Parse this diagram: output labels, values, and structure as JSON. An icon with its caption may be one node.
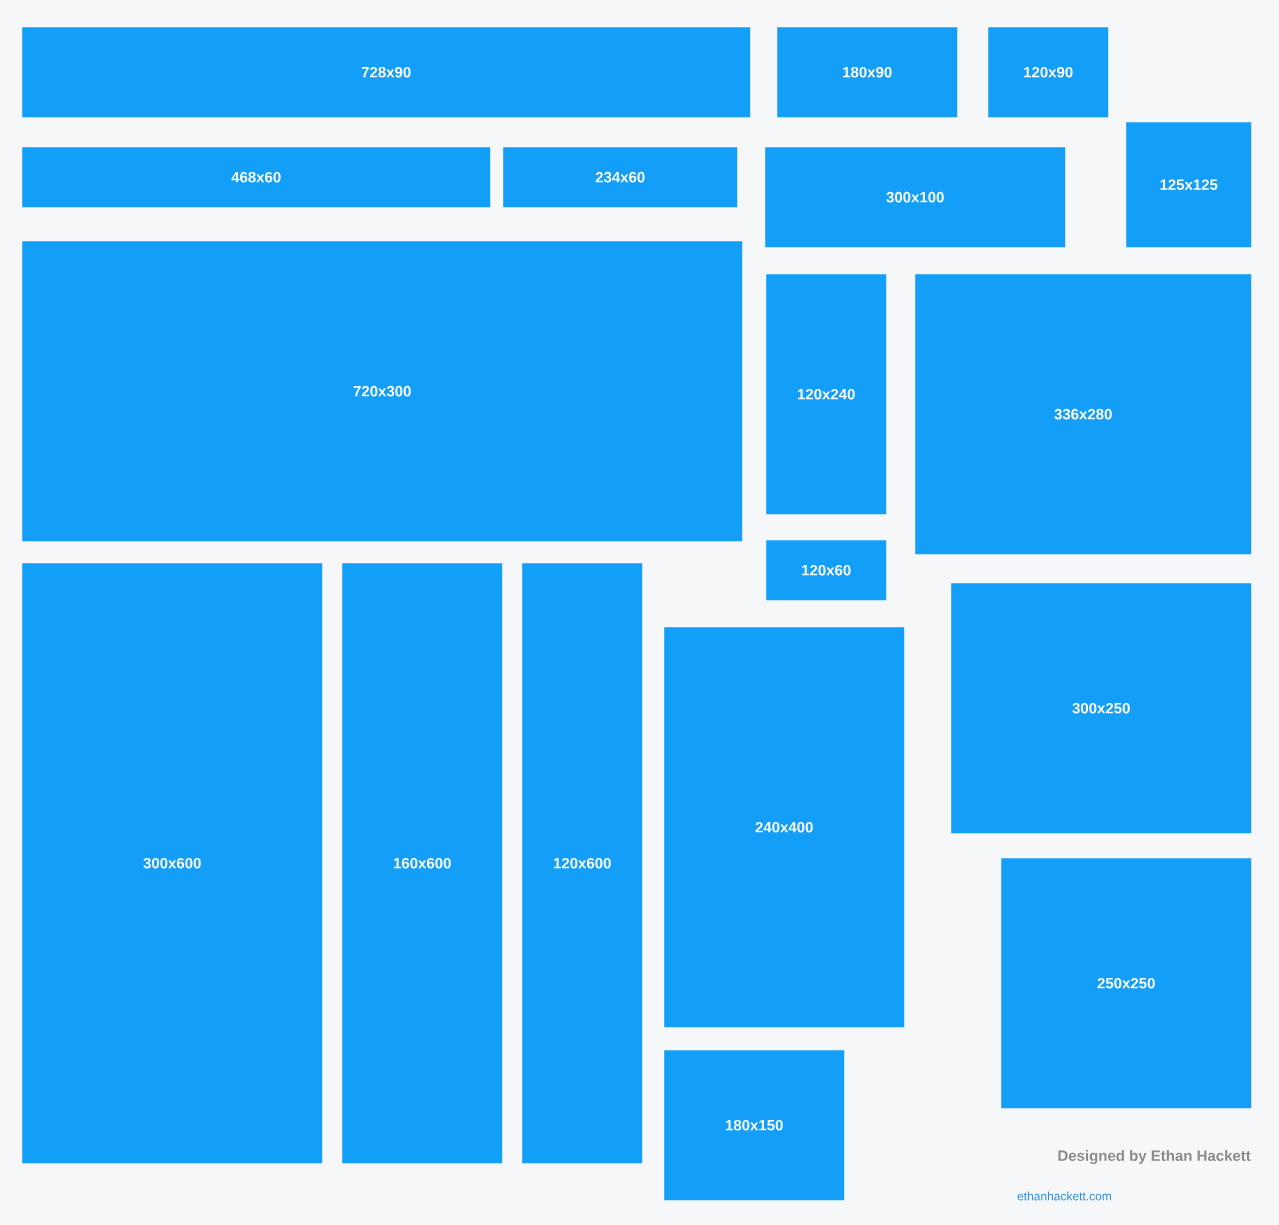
{
  "diagram": {
    "nodes": [
      {
        "text": [
          "728x90"
        ]
      },
      {
        "text": [
          "180x90"
        ]
      },
      {
        "text": [
          "120x90"
        ]
      },
      {
        "text": [
          "468x60"
        ]
      },
      {
        "text": [
          "234x60"
        ]
      },
      {
        "text": [
          "300x100"
        ]
      },
      {
        "text": [
          "125x125"
        ]
      },
      {
        "text": [
          "720x300"
        ]
      },
      {
        "text": [
          "120x240"
        ]
      },
      {
        "text": [
          "336x280"
        ]
      },
      {
        "text": [
          "120x60"
        ]
      },
      {
        "text": [
          "300x600"
        ]
      },
      {
        "text": [
          "160x600"
        ]
      },
      {
        "text": [
          "120x600"
        ]
      },
      {
        "text": [
          "300x250"
        ]
      },
      {
        "text": [
          "240x400"
        ]
      },
      {
        "text": [
          "250x250"
        ]
      },
      {
        "text": [
          "180x150"
        ]
      }
    ],
    "labels": [
      "Designed by Ethan Hackett",
      "ethanhackett.com"
    ]
  }
}
